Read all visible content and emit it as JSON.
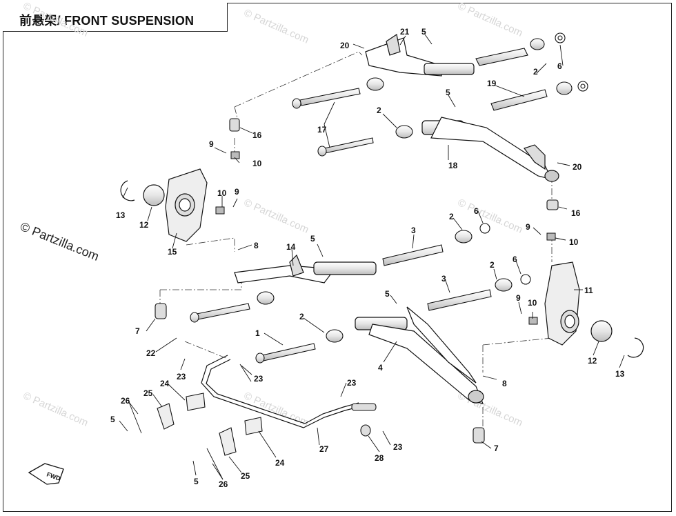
{
  "title": "前悬架/ FRONT SUSPENSION",
  "copyright": "© Partzilla.com",
  "watermark": "© Partzilla.com",
  "fwd_arrow_label": "FWD",
  "callouts": [
    {
      "id": "c20a",
      "text": "20"
    },
    {
      "id": "c21",
      "text": "21"
    },
    {
      "id": "c5a",
      "text": "5"
    },
    {
      "id": "c2a",
      "text": "2"
    },
    {
      "id": "c6a",
      "text": "6"
    },
    {
      "id": "c19",
      "text": "19"
    },
    {
      "id": "c5b",
      "text": "5"
    },
    {
      "id": "c2b",
      "text": "2"
    },
    {
      "id": "c17",
      "text": "17"
    },
    {
      "id": "c16a",
      "text": "16"
    },
    {
      "id": "c9a",
      "text": "9"
    },
    {
      "id": "c10a",
      "text": "10"
    },
    {
      "id": "c18",
      "text": "18"
    },
    {
      "id": "c20b",
      "text": "20"
    },
    {
      "id": "c13a",
      "text": "13"
    },
    {
      "id": "c12a",
      "text": "12"
    },
    {
      "id": "c10b",
      "text": "10"
    },
    {
      "id": "c9b",
      "text": "9"
    },
    {
      "id": "c15",
      "text": "15"
    },
    {
      "id": "c16b",
      "text": "16"
    },
    {
      "id": "c9c",
      "text": "9"
    },
    {
      "id": "c10c",
      "text": "10"
    },
    {
      "id": "c8a",
      "text": "8"
    },
    {
      "id": "c14",
      "text": "14"
    },
    {
      "id": "c5c",
      "text": "5"
    },
    {
      "id": "c3a",
      "text": "3"
    },
    {
      "id": "c2c",
      "text": "2"
    },
    {
      "id": "c6b",
      "text": "6"
    },
    {
      "id": "c2d",
      "text": "2"
    },
    {
      "id": "c6c",
      "text": "6"
    },
    {
      "id": "c3b",
      "text": "3"
    },
    {
      "id": "c11",
      "text": "11"
    },
    {
      "id": "c7a",
      "text": "7"
    },
    {
      "id": "c1",
      "text": "1"
    },
    {
      "id": "c2e",
      "text": "2"
    },
    {
      "id": "c5d",
      "text": "5"
    },
    {
      "id": "c9d",
      "text": "9"
    },
    {
      "id": "c10d",
      "text": "10"
    },
    {
      "id": "c22",
      "text": "22"
    },
    {
      "id": "c23a",
      "text": "23"
    },
    {
      "id": "c23b",
      "text": "23"
    },
    {
      "id": "c4",
      "text": "4"
    },
    {
      "id": "c12b",
      "text": "12"
    },
    {
      "id": "c13b",
      "text": "13"
    },
    {
      "id": "c8b",
      "text": "8"
    },
    {
      "id": "c24a",
      "text": "24"
    },
    {
      "id": "c25a",
      "text": "25"
    },
    {
      "id": "c26a",
      "text": "26"
    },
    {
      "id": "c5e",
      "text": "5"
    },
    {
      "id": "c23c",
      "text": "23"
    },
    {
      "id": "c27",
      "text": "27"
    },
    {
      "id": "c23d",
      "text": "23"
    },
    {
      "id": "c28",
      "text": "28"
    },
    {
      "id": "c7b",
      "text": "7"
    },
    {
      "id": "c24b",
      "text": "24"
    },
    {
      "id": "c25b",
      "text": "25"
    },
    {
      "id": "c26b",
      "text": "26"
    },
    {
      "id": "c5f",
      "text": "5"
    }
  ]
}
